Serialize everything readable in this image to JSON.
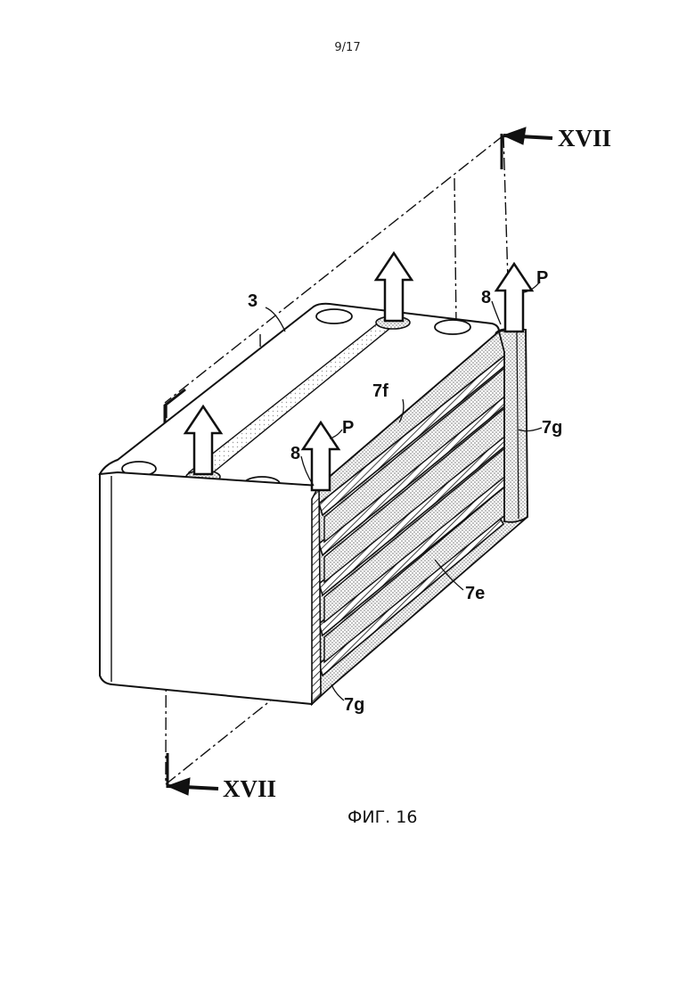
{
  "page_number": "9/17",
  "caption": "ФИГ. 16",
  "section_labels": {
    "top": "XVII",
    "bottom": "XVII"
  },
  "labels": {
    "part_3": "3",
    "part_8_left": "8",
    "part_8_right": "8",
    "p_left": "P",
    "p_right": "P",
    "part_7f": "7f",
    "part_7g_right": "7g",
    "part_7g_bottom": "7g",
    "part_7e": "7e"
  },
  "colors": {
    "ink": "#111111",
    "hatch": "#cfcfcf",
    "paper": "#ffffff"
  }
}
